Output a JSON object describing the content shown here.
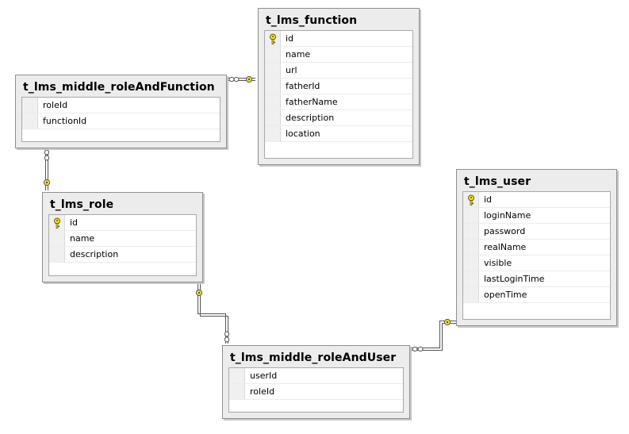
{
  "tables": [
    {
      "id": "t_lms_function",
      "title": "t_lms_function",
      "columns": [
        {
          "name": "id",
          "pk": true
        },
        {
          "name": "name"
        },
        {
          "name": "url"
        },
        {
          "name": "fatherId"
        },
        {
          "name": "fatherName"
        },
        {
          "name": "description"
        },
        {
          "name": "location"
        }
      ]
    },
    {
      "id": "t_lms_middle_roleAndFunction",
      "title": "t_lms_middle_roleAndFunction",
      "columns": [
        {
          "name": "roleId"
        },
        {
          "name": "functionId"
        }
      ]
    },
    {
      "id": "t_lms_role",
      "title": "t_lms_role",
      "columns": [
        {
          "name": "id",
          "pk": true
        },
        {
          "name": "name"
        },
        {
          "name": "description"
        }
      ]
    },
    {
      "id": "t_lms_user",
      "title": "t_lms_user",
      "columns": [
        {
          "name": "id",
          "pk": true
        },
        {
          "name": "loginName"
        },
        {
          "name": "password"
        },
        {
          "name": "realName"
        },
        {
          "name": "visible"
        },
        {
          "name": "lastLoginTime"
        },
        {
          "name": "openTime"
        }
      ]
    },
    {
      "id": "t_lms_middle_roleAndUser",
      "title": "t_lms_middle_roleAndUser",
      "columns": [
        {
          "name": "userId"
        },
        {
          "name": "roleId"
        }
      ]
    }
  ],
  "relationships": [
    {
      "from": "t_lms_middle_roleAndFunction",
      "to": "t_lms_function"
    },
    {
      "from": "t_lms_middle_roleAndFunction",
      "to": "t_lms_role"
    },
    {
      "from": "t_lms_middle_roleAndUser",
      "to": "t_lms_role"
    },
    {
      "from": "t_lms_middle_roleAndUser",
      "to": "t_lms_user"
    }
  ],
  "icons": {
    "primary_key": "key-icon",
    "many_end": "infinity-icon",
    "one_end": "key-icon"
  },
  "colors": {
    "key_fill": "#f2e02a",
    "table_bg": "#ececec",
    "border": "#8f8f8f",
    "link": "#6a6a6a"
  }
}
